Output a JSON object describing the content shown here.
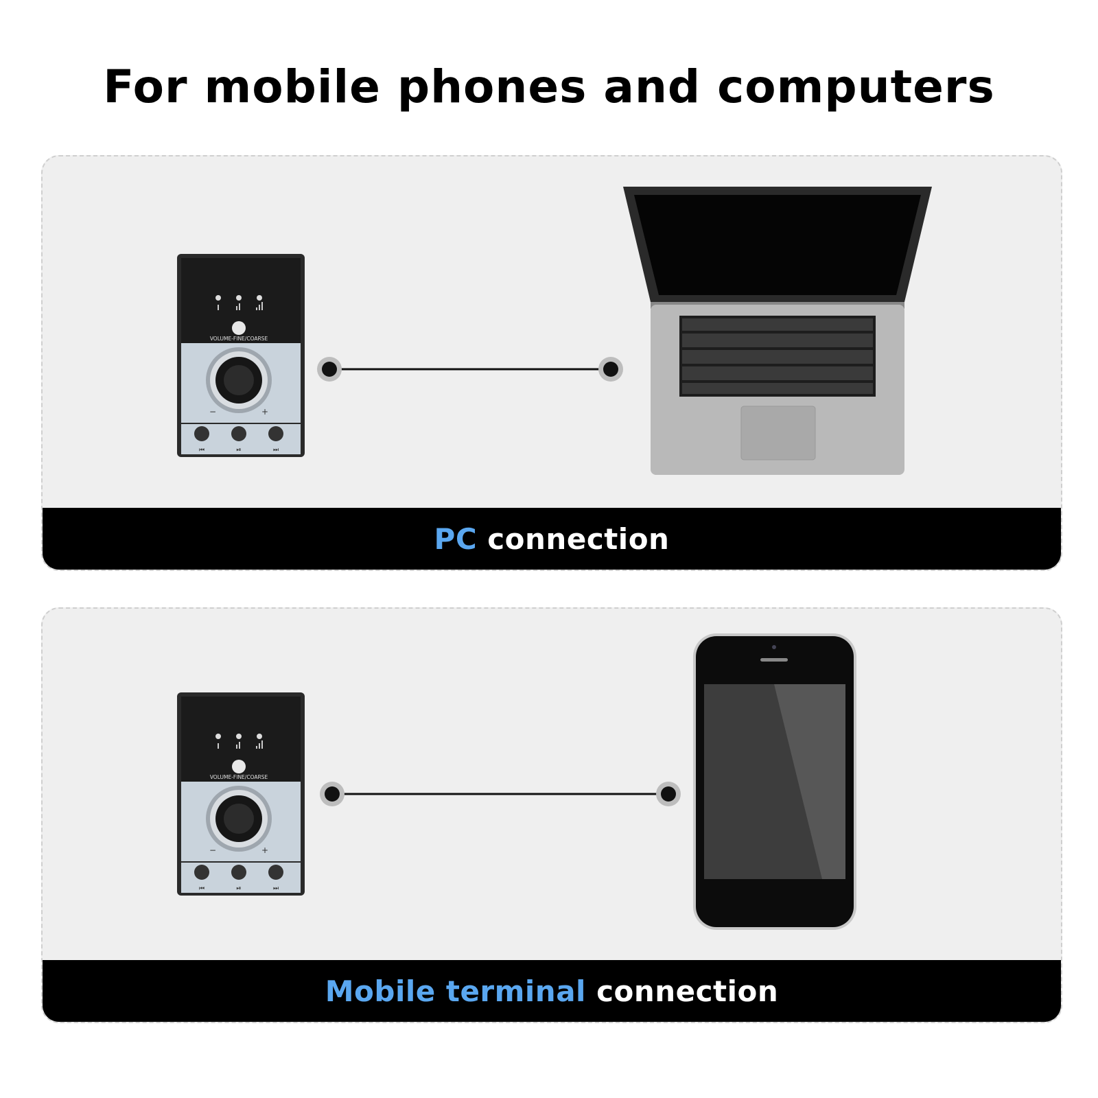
{
  "title": "For mobile phones and computers",
  "panels": {
    "pc": {
      "caption_highlight": "PC",
      "caption_rest": " connection"
    },
    "mobile": {
      "caption_highlight": "Mobile terminal",
      "caption_rest": " connection"
    }
  },
  "device": {
    "knob_label": "VOLUME-FINE/COARSE",
    "minus": "−",
    "plus": "+"
  },
  "colors": {
    "highlight": "#5aa7f0",
    "panel_bg": "#efefef",
    "bar_bg": "#000000"
  },
  "icons": [
    "signal-level-icon",
    "knob-icon",
    "previous-track-icon",
    "play-pause-icon",
    "next-track-icon",
    "connector-dot-icon"
  ]
}
